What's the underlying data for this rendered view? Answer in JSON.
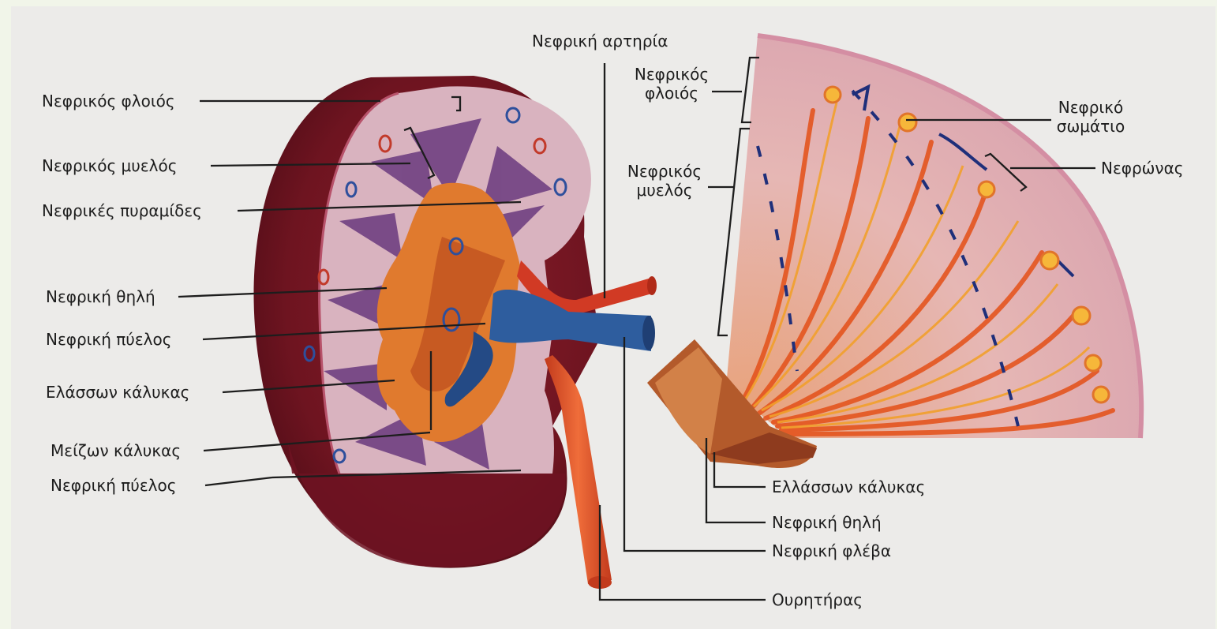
{
  "diagram": {
    "left_labels": {
      "cortex": "Νεφρικός φλοιός",
      "medulla": "Νεφρικός μυελός",
      "pyramids": "Νεφρικές πυραμίδες",
      "papilla": "Νεφρική θηλή",
      "pelvis_1": "Νεφρική πύελος",
      "minor_calyx": "Ελάσσων κάλυκας",
      "major_calyx": "Μείζων κάλυκας",
      "pelvis_2": "Νεφρική πύελος"
    },
    "top_label": "Νεφρική αρτηρία",
    "right_labels": {
      "cortex_line1": "Νεφρικός",
      "cortex_line2": "φλοιός",
      "medulla_line1": "Νεφρικός",
      "medulla_line2": "μυελός",
      "corpuscle_line1": "Νεφρικό",
      "corpuscle_line2": "σωμάτιο",
      "nephron": "Νεφρώνας"
    },
    "bottom_labels": {
      "minor_calyx": "Ελλάσσων κάλυκας",
      "papilla": "Νεφρική θηλή",
      "vein": "Νεφρική φλέβα",
      "ureter": "Ουρητήρας"
    }
  }
}
